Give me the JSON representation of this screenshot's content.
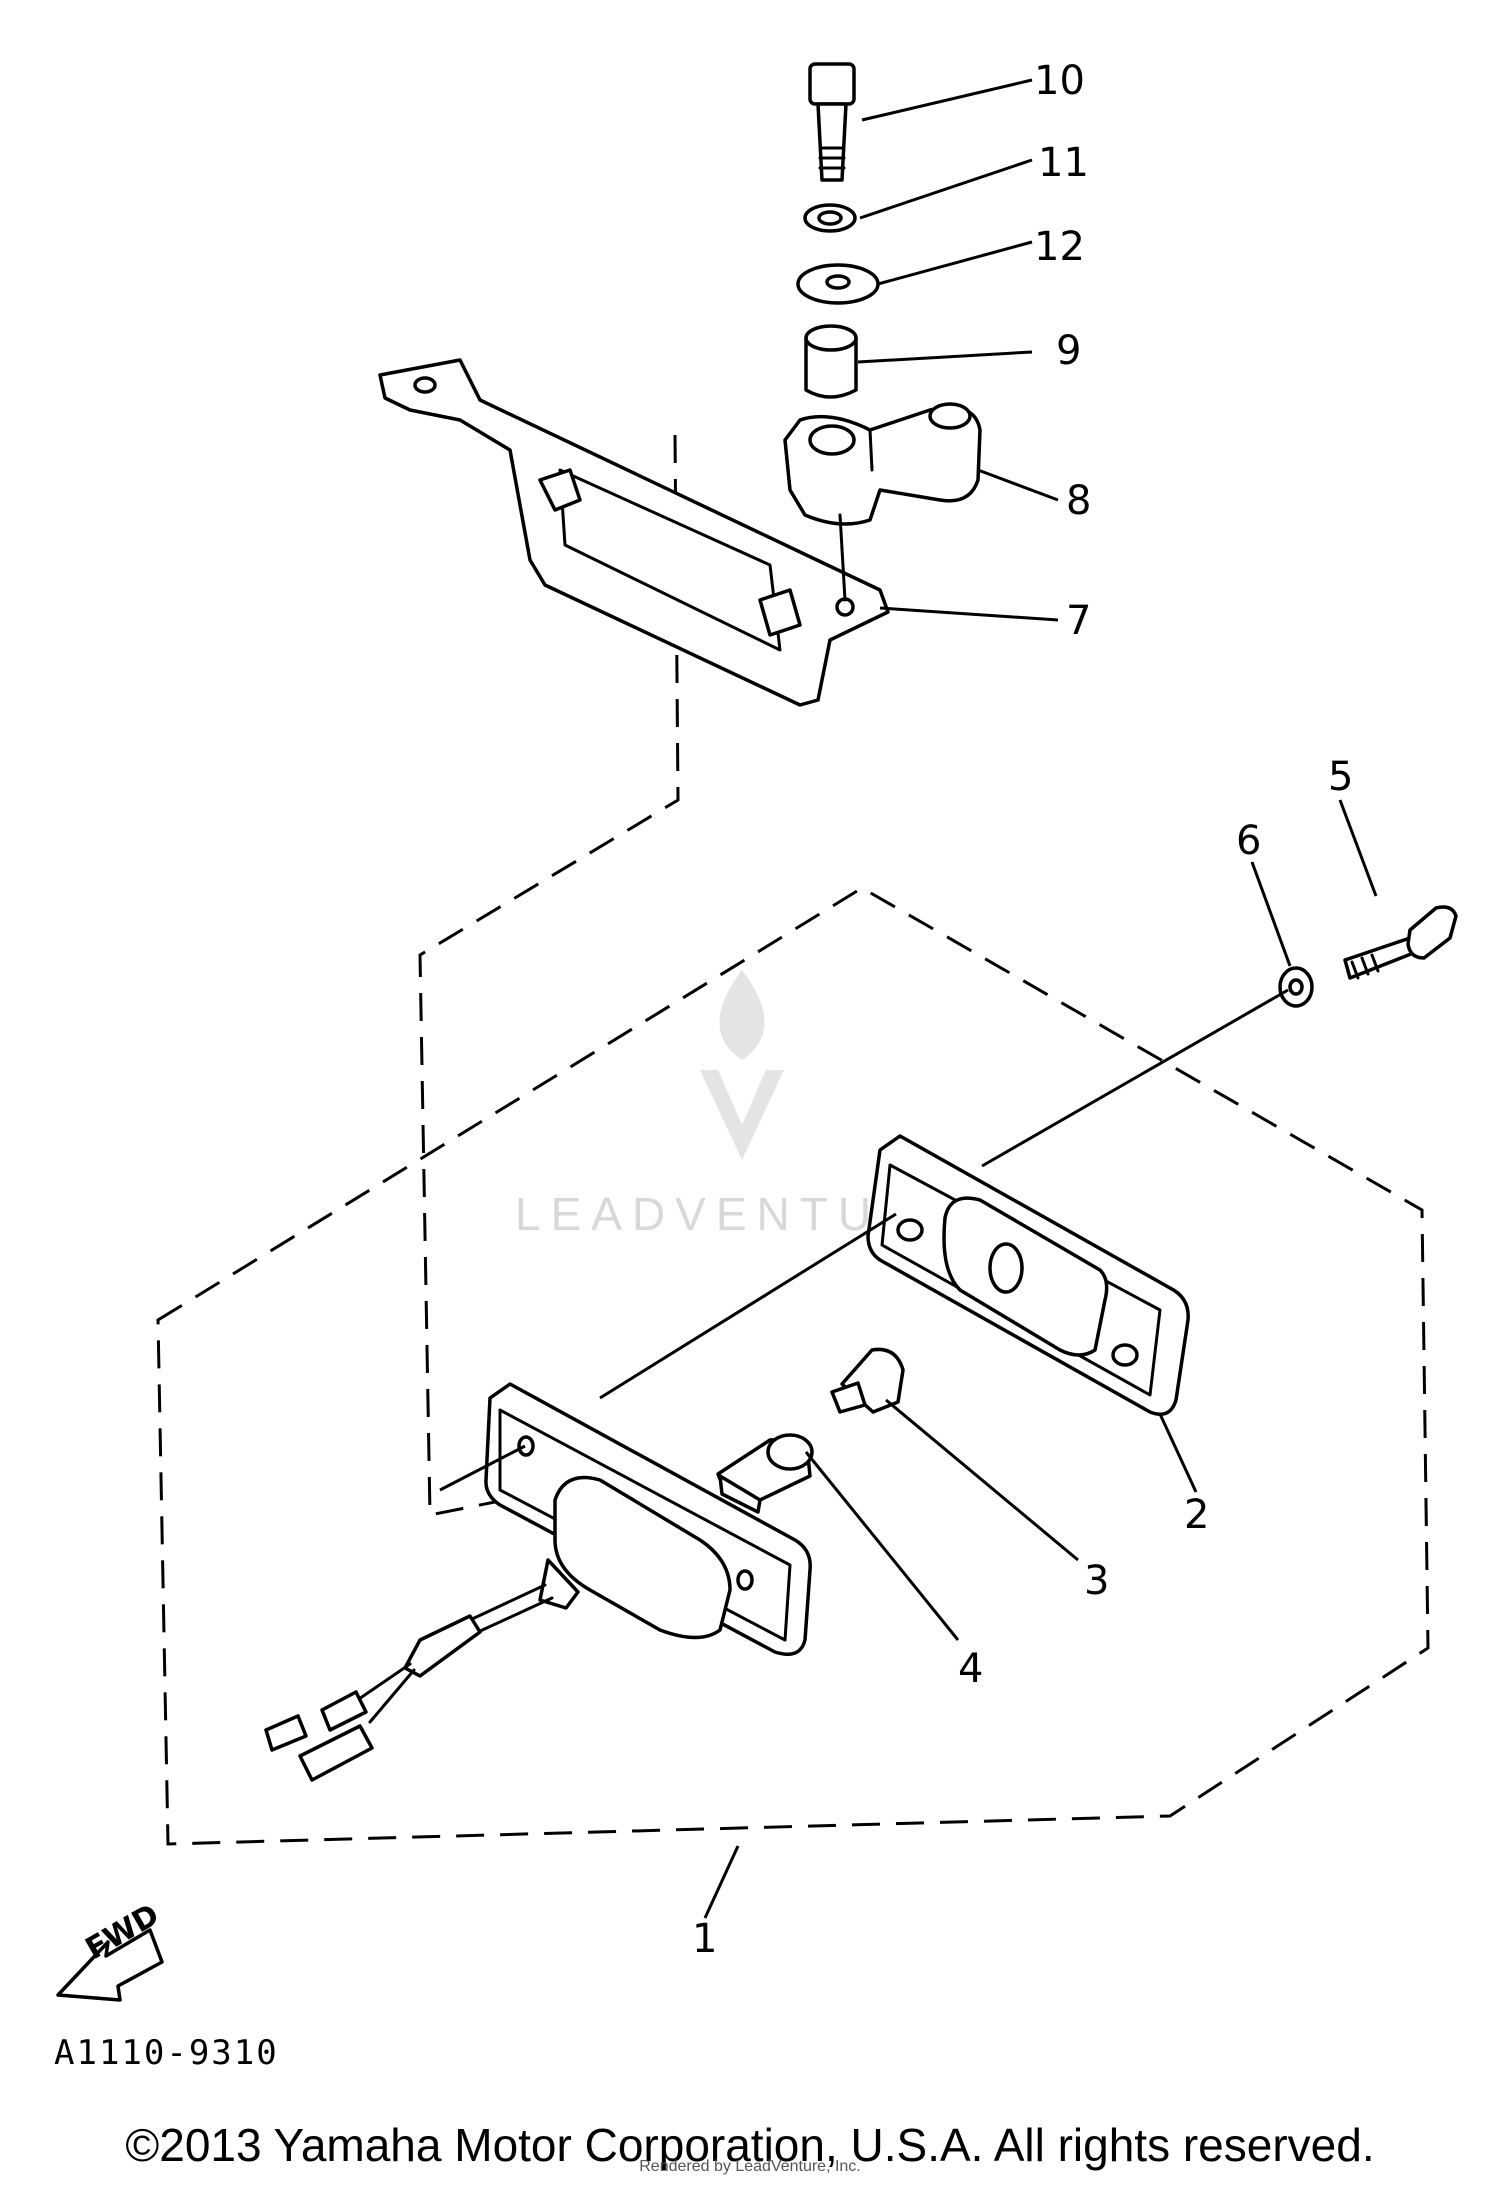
{
  "callouts": {
    "p1": "1",
    "p2": "2",
    "p3": "3",
    "p4": "4",
    "p5": "5",
    "p6": "6",
    "p7": "7",
    "p8": "8",
    "p9": "9",
    "p10": "10",
    "p11": "11",
    "p12": "12"
  },
  "direction_label": "FWD",
  "drawing_code": "A1110-9310",
  "watermark": "LEADVENTURE",
  "copyright": "©2013 Yamaha Motor Corporation, U.S.A. All rights reserved.",
  "rendered_by": "Rendered by LeadVenture, Inc."
}
